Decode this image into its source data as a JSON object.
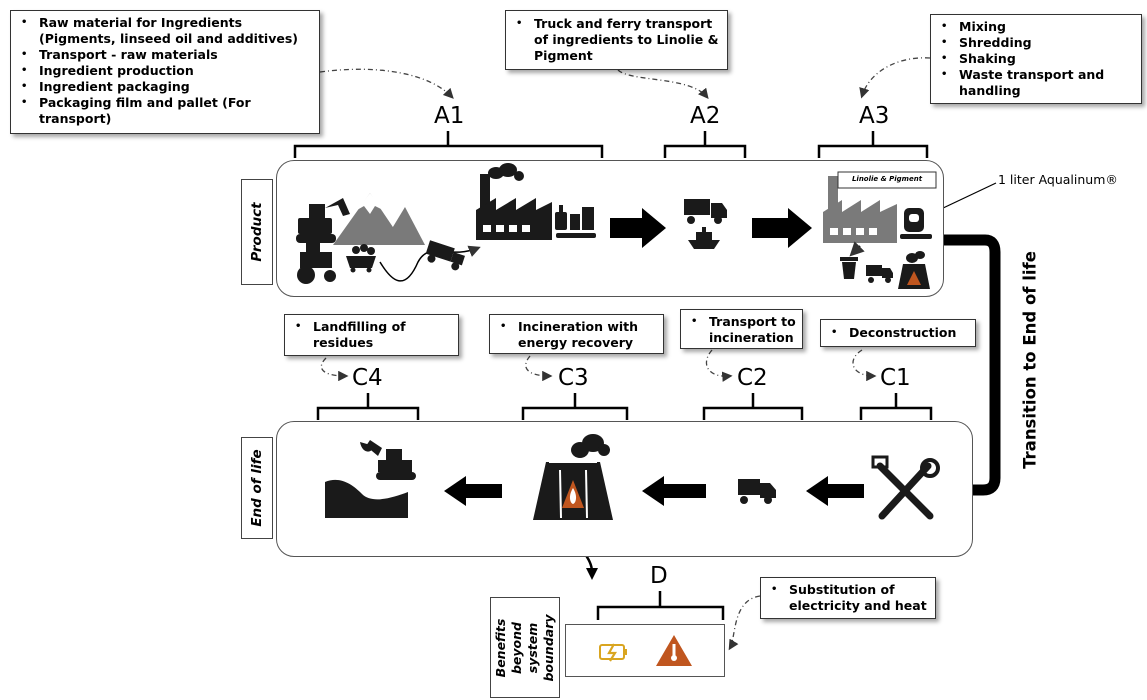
{
  "notes": {
    "a1": [
      "Raw material for Ingredients (Pigments, linseed oil and additives)",
      "Transport - raw materials",
      "Ingredient production",
      "Ingredient packaging",
      "Packaging film and pallet (For transport)"
    ],
    "a2": [
      "Truck and ferry transport of ingredients to Linolie & Pigment"
    ],
    "a3": [
      "Mixing",
      "Shredding",
      "Shaking",
      "Waste transport and handling"
    ],
    "c4": [
      "Landfilling of residues"
    ],
    "c3": [
      "Incineration with energy recovery"
    ],
    "c2": [
      "Transport to incineration"
    ],
    "c1": [
      "Deconstruction"
    ],
    "d": [
      "Substitution of electricity and heat"
    ]
  },
  "stages": {
    "a1": "A1",
    "a2": "A2",
    "a3": "A3",
    "c1": "C1",
    "c2": "C2",
    "c3": "C3",
    "c4": "C4",
    "d": "D"
  },
  "side_labels": {
    "product": "Product",
    "end_of_life": "End of life",
    "benefits": "Benefits beyond system boundary"
  },
  "factory_tag": "Linolie & Pigment",
  "product_callout": "1 liter Aqualinum®",
  "transition_label": "Transition to End of life",
  "colors": {
    "icon": "#1a1a1a",
    "grey": "#7a7a7a",
    "fire": "#c0561f",
    "battery": "#d9a520"
  }
}
